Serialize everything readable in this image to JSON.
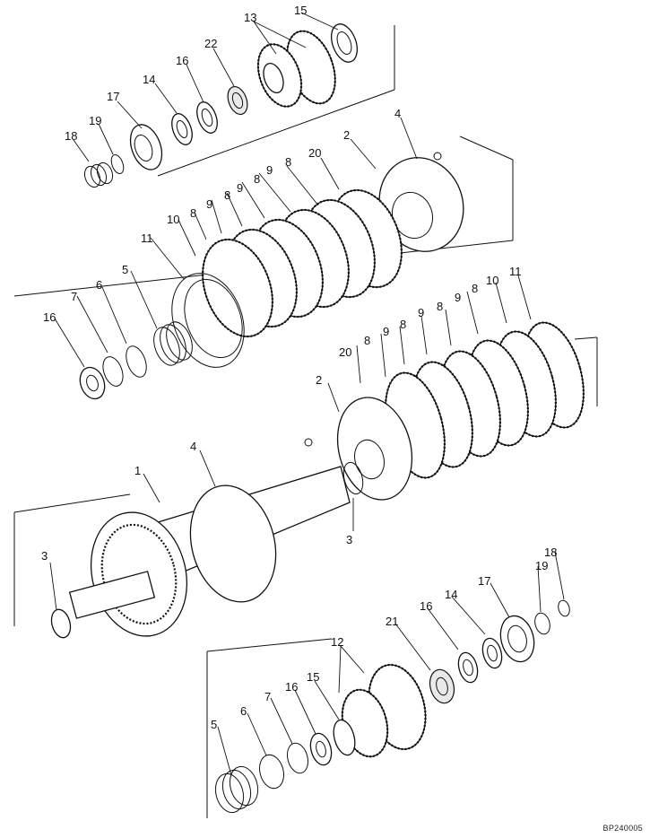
{
  "callouts": [
    {
      "id": "c13a",
      "text": "13"
    },
    {
      "id": "c15a",
      "text": "15"
    },
    {
      "id": "c22",
      "text": "22"
    },
    {
      "id": "c16a",
      "text": "16"
    },
    {
      "id": "c14a",
      "text": "14"
    },
    {
      "id": "c17a",
      "text": "17"
    },
    {
      "id": "c19a",
      "text": "19"
    },
    {
      "id": "c18a",
      "text": "18"
    },
    {
      "id": "c4a",
      "text": "4"
    },
    {
      "id": "c2a",
      "text": "2"
    },
    {
      "id": "c20a",
      "text": "20"
    },
    {
      "id": "c8a",
      "text": "8"
    },
    {
      "id": "c9a",
      "text": "9"
    },
    {
      "id": "c8b",
      "text": "8"
    },
    {
      "id": "c9b",
      "text": "9"
    },
    {
      "id": "c8c",
      "text": "8"
    },
    {
      "id": "c9c",
      "text": "9"
    },
    {
      "id": "c8d",
      "text": "8"
    },
    {
      "id": "c10a",
      "text": "10"
    },
    {
      "id": "c11a",
      "text": "11"
    },
    {
      "id": "c7a",
      "text": "7"
    },
    {
      "id": "c6a",
      "text": "6"
    },
    {
      "id": "c5a",
      "text": "5"
    },
    {
      "id": "c16b",
      "text": "16"
    },
    {
      "id": "c11b",
      "text": "11"
    },
    {
      "id": "c10b",
      "text": "10"
    },
    {
      "id": "c8e",
      "text": "8"
    },
    {
      "id": "c9d",
      "text": "9"
    },
    {
      "id": "c8f",
      "text": "8"
    },
    {
      "id": "c9e",
      "text": "9"
    },
    {
      "id": "c8g",
      "text": "8"
    },
    {
      "id": "c9f",
      "text": "9"
    },
    {
      "id": "c8h",
      "text": "8"
    },
    {
      "id": "c20b",
      "text": "20"
    },
    {
      "id": "c2b",
      "text": "2"
    },
    {
      "id": "c4b",
      "text": "4"
    },
    {
      "id": "c1",
      "text": "1"
    },
    {
      "id": "c3a",
      "text": "3"
    },
    {
      "id": "c3b",
      "text": "3"
    },
    {
      "id": "c18b",
      "text": "18"
    },
    {
      "id": "c19b",
      "text": "19"
    },
    {
      "id": "c17b",
      "text": "17"
    },
    {
      "id": "c14b",
      "text": "14"
    },
    {
      "id": "c16c",
      "text": "16"
    },
    {
      "id": "c21",
      "text": "21"
    },
    {
      "id": "c12",
      "text": "12"
    },
    {
      "id": "c15b",
      "text": "15"
    },
    {
      "id": "c16d",
      "text": "16"
    },
    {
      "id": "c7b",
      "text": "7"
    },
    {
      "id": "c6b",
      "text": "6"
    },
    {
      "id": "c5b",
      "text": "5"
    }
  ],
  "reference_code": "BP240005"
}
